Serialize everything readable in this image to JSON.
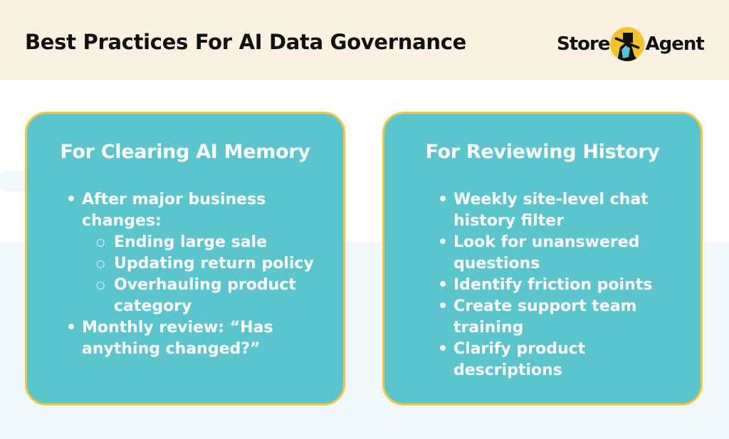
{
  "header": {
    "title": "Best Practices For AI Data Governance",
    "logo_left": "Store",
    "logo_right": "Agent"
  },
  "cards": [
    {
      "title": "For Clearing AI Memory",
      "items": [
        {
          "text": "After major business changes:",
          "level": 1
        },
        {
          "text": "Ending large sale",
          "level": 2
        },
        {
          "text": "Updating return policy",
          "level": 2
        },
        {
          "text": "Overhauling product category",
          "level": 2
        },
        {
          "text": "Monthly review: “Has anything changed?”",
          "level": 1
        }
      ]
    },
    {
      "title": "For Reviewing History",
      "items": [
        {
          "text": "Weekly site-level chat history filter",
          "level": 1
        },
        {
          "text": "Look for unanswered questions",
          "level": 1
        },
        {
          "text": "Identify friction points",
          "level": 1
        },
        {
          "text": "Create support team training",
          "level": 1
        },
        {
          "text": "Clarify product descriptions",
          "level": 1
        }
      ]
    }
  ],
  "colors": {
    "header_bg": "#fbf1e0",
    "card": "#5bc5cd",
    "border": "#f5c63a"
  }
}
